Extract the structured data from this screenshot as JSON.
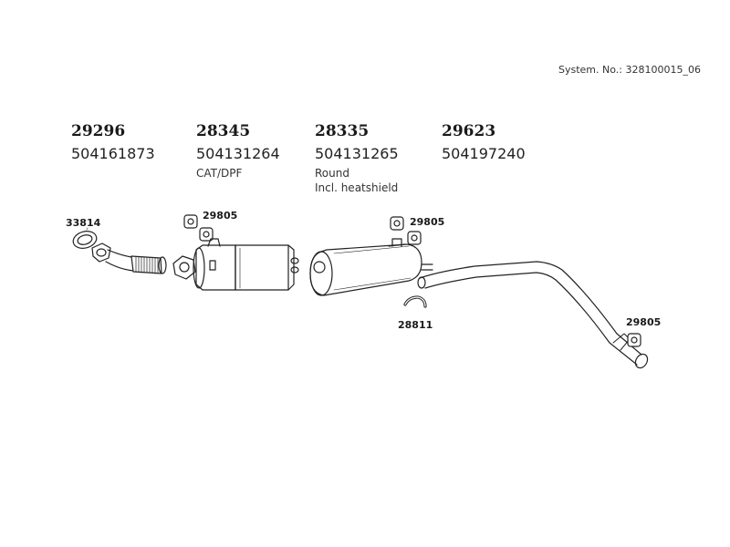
{
  "system_no": "System. No.: 328100015_06",
  "parts": [
    {
      "part_no": "29296",
      "oem_no": "504161873",
      "notes": []
    },
    {
      "part_no": "28345",
      "oem_no": "504131264",
      "notes": [
        "CAT/DPF"
      ]
    },
    {
      "part_no": "28335",
      "oem_no": "504131265",
      "notes": [
        "Round",
        "Incl. heatshield"
      ]
    },
    {
      "part_no": "29623",
      "oem_no": "504197240",
      "notes": []
    }
  ],
  "callouts": {
    "gasket": "33814",
    "mount_left": "29805",
    "mount_middle": "29805",
    "clamp": "28811",
    "mount_right": "29805"
  }
}
